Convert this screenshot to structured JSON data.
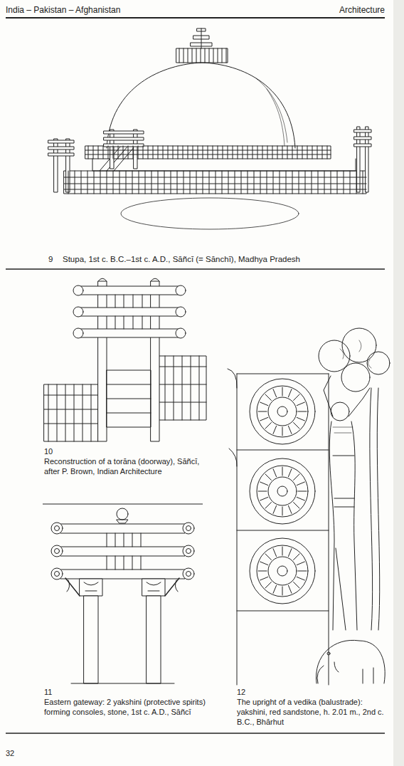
{
  "diagram": {
    "labels": [
      "India – Pakistan – Afghanistan",
      "Architecture",
      "9",
      "Stupa, 1st c. B.C.–1st c. A.D., Sāñcī (= Sānchī), Madhya Pradesh",
      "10",
      "Reconstruction of a torāna (doorway), Sāñcī, after P. Brown, Indian Architecture",
      "11",
      "Eastern gateway: 2 yakshini (protective spirits) forming consoles, stone, 1st c. A.D., Sāñcī",
      "12",
      "The upright of a vedika (balustrade): yakshini, red sandstone, h. 2.01 m., 2nd c. B.C., Bhārhut",
      "32"
    ]
  }
}
